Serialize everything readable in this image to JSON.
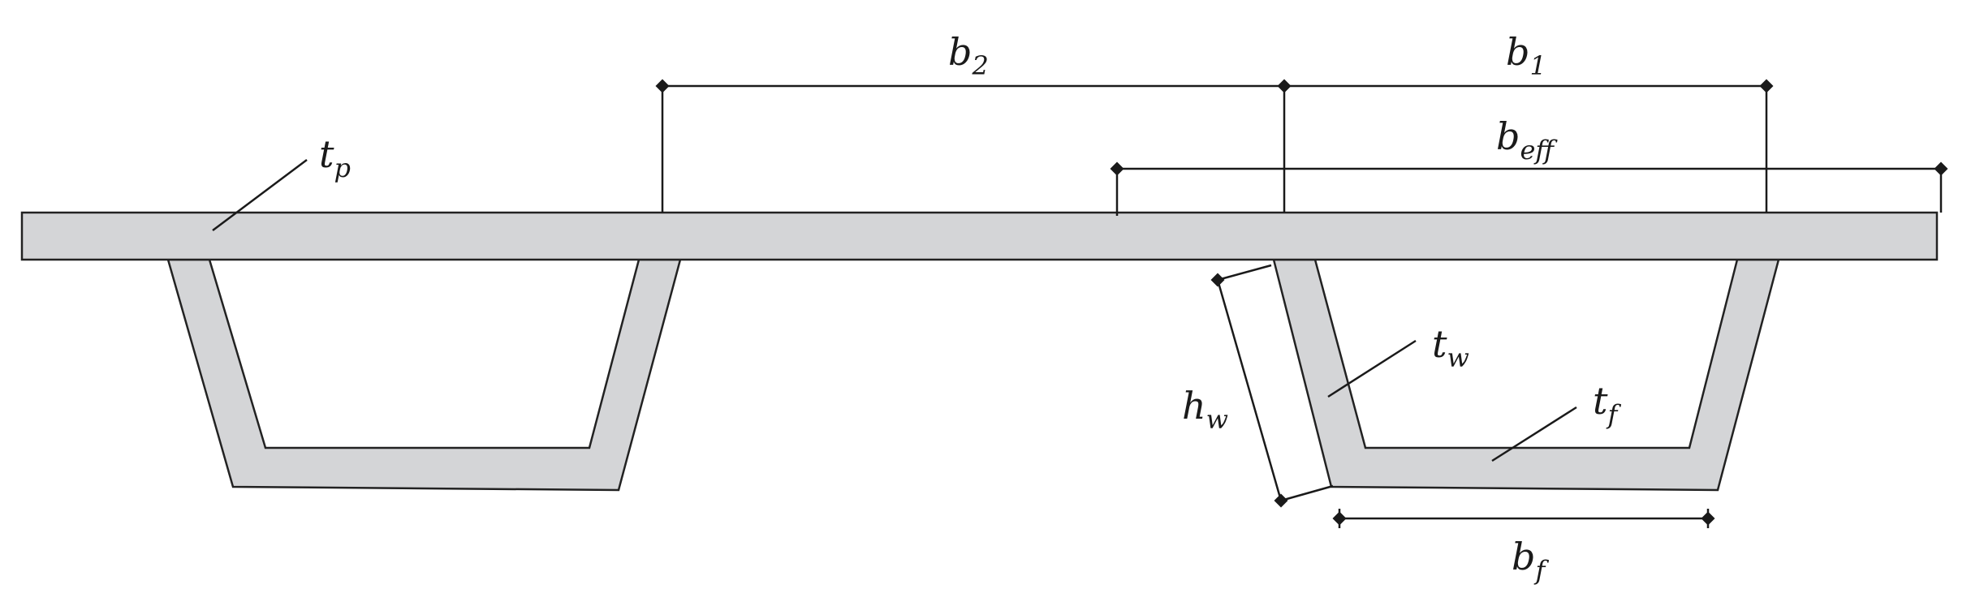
{
  "labels": {
    "tp": {
      "base": "t",
      "sub": "p"
    },
    "b2": {
      "base": "b",
      "sub": "2"
    },
    "b1": {
      "base": "b",
      "sub": "1"
    },
    "beff": {
      "base": "b",
      "sub": "eff"
    },
    "tw": {
      "base": "t",
      "sub": "w"
    },
    "hw": {
      "base": "h",
      "sub": "w"
    },
    "tf": {
      "base": "t",
      "sub": "f"
    },
    "bf": {
      "base": "b",
      "sub": "f"
    }
  },
  "colors": {
    "section_fill": "#d4d5d7",
    "line": "#1a1a1a"
  }
}
